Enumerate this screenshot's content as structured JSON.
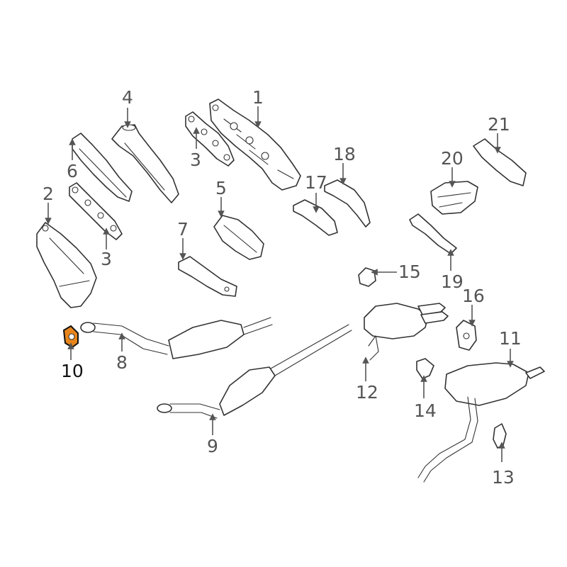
{
  "accent_color": "#e8861c",
  "highlighted_callout": "10",
  "callouts": {
    "c1": "1",
    "c2": "2",
    "c3a": "3",
    "c3b": "3",
    "c4": "4",
    "c5": "5",
    "c6": "6",
    "c7": "7",
    "c8": "8",
    "c9": "9",
    "c10": "10",
    "c11": "11",
    "c12": "12",
    "c13": "13",
    "c14": "14",
    "c15": "15",
    "c16": "16",
    "c17": "17",
    "c18": "18",
    "c19": "19",
    "c20": "20",
    "c21": "21"
  }
}
